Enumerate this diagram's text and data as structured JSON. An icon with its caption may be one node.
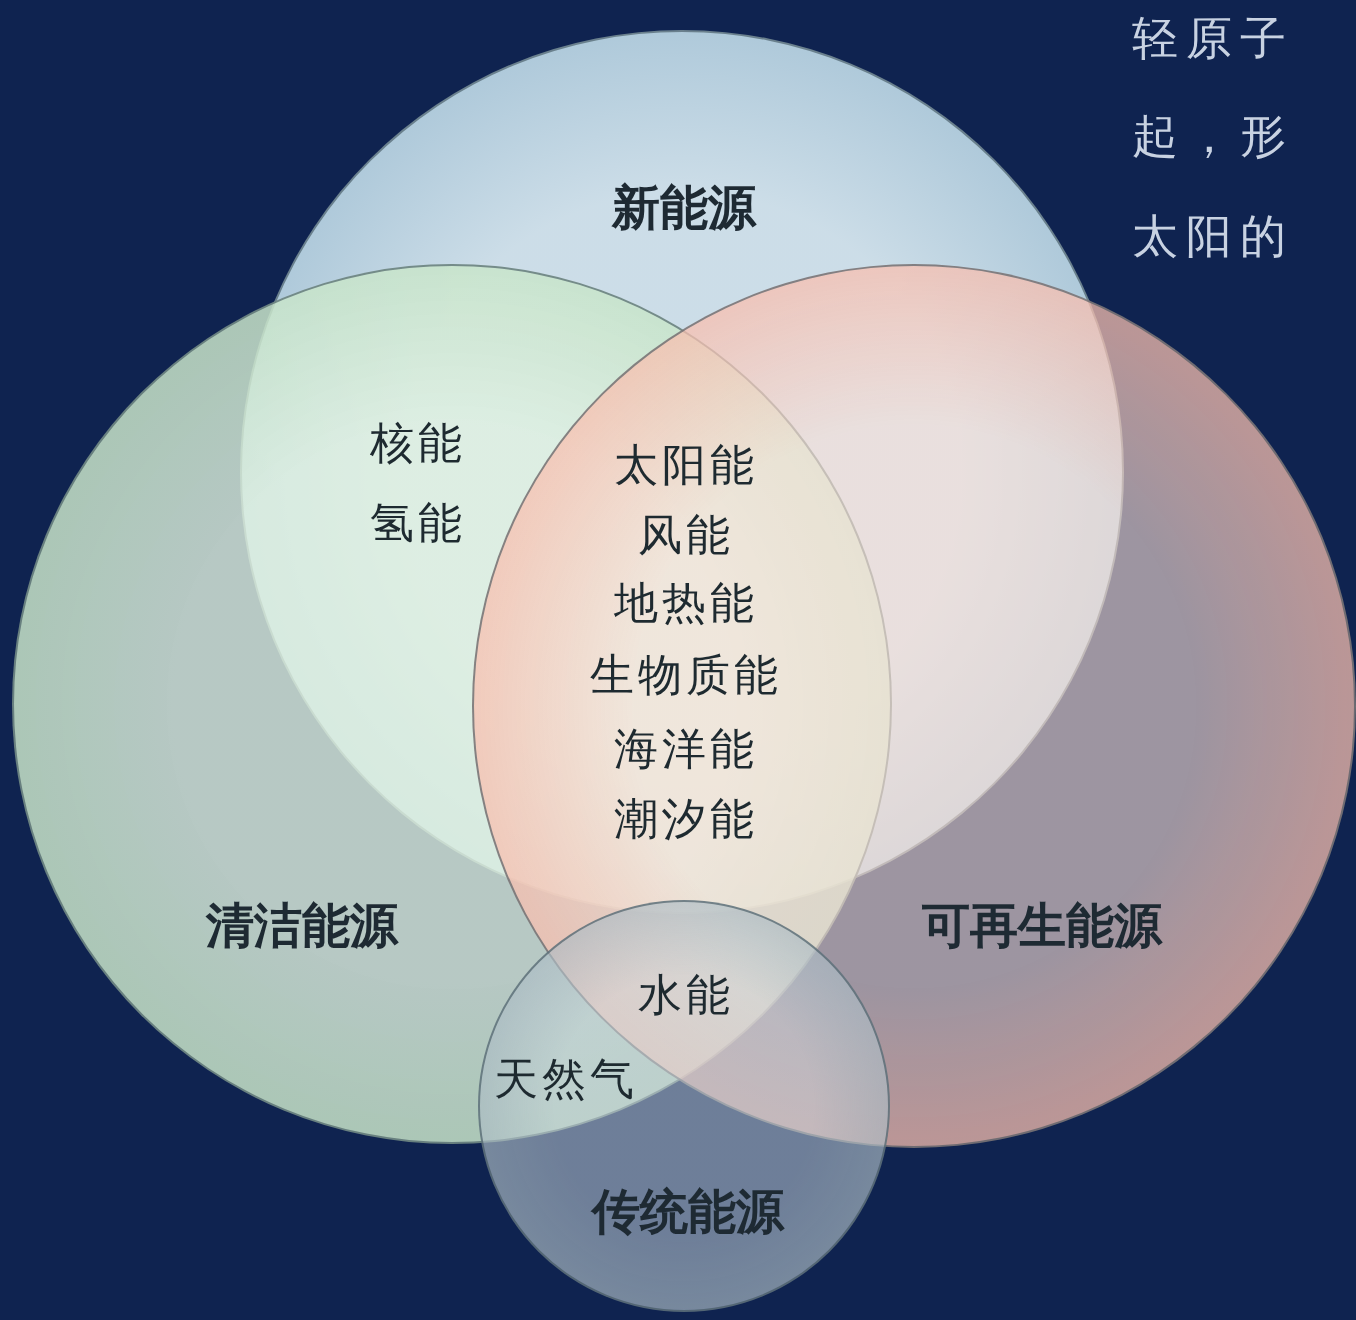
{
  "diagram": {
    "nodes": [
      {
        "text": [
          "新能源"
        ]
      },
      {
        "text": [
          "清洁能源"
        ]
      },
      {
        "text": [
          "可再生能源"
        ]
      },
      {
        "text": [
          "传统能源"
        ]
      }
    ],
    "labels": [
      "轻原子",
      "起，形",
      "太阳的",
      "核能",
      "氢能",
      "太阳能",
      "风能",
      "地热能",
      "生物质能",
      "海洋能",
      "潮汐能",
      "水能",
      "天然气"
    ]
  }
}
